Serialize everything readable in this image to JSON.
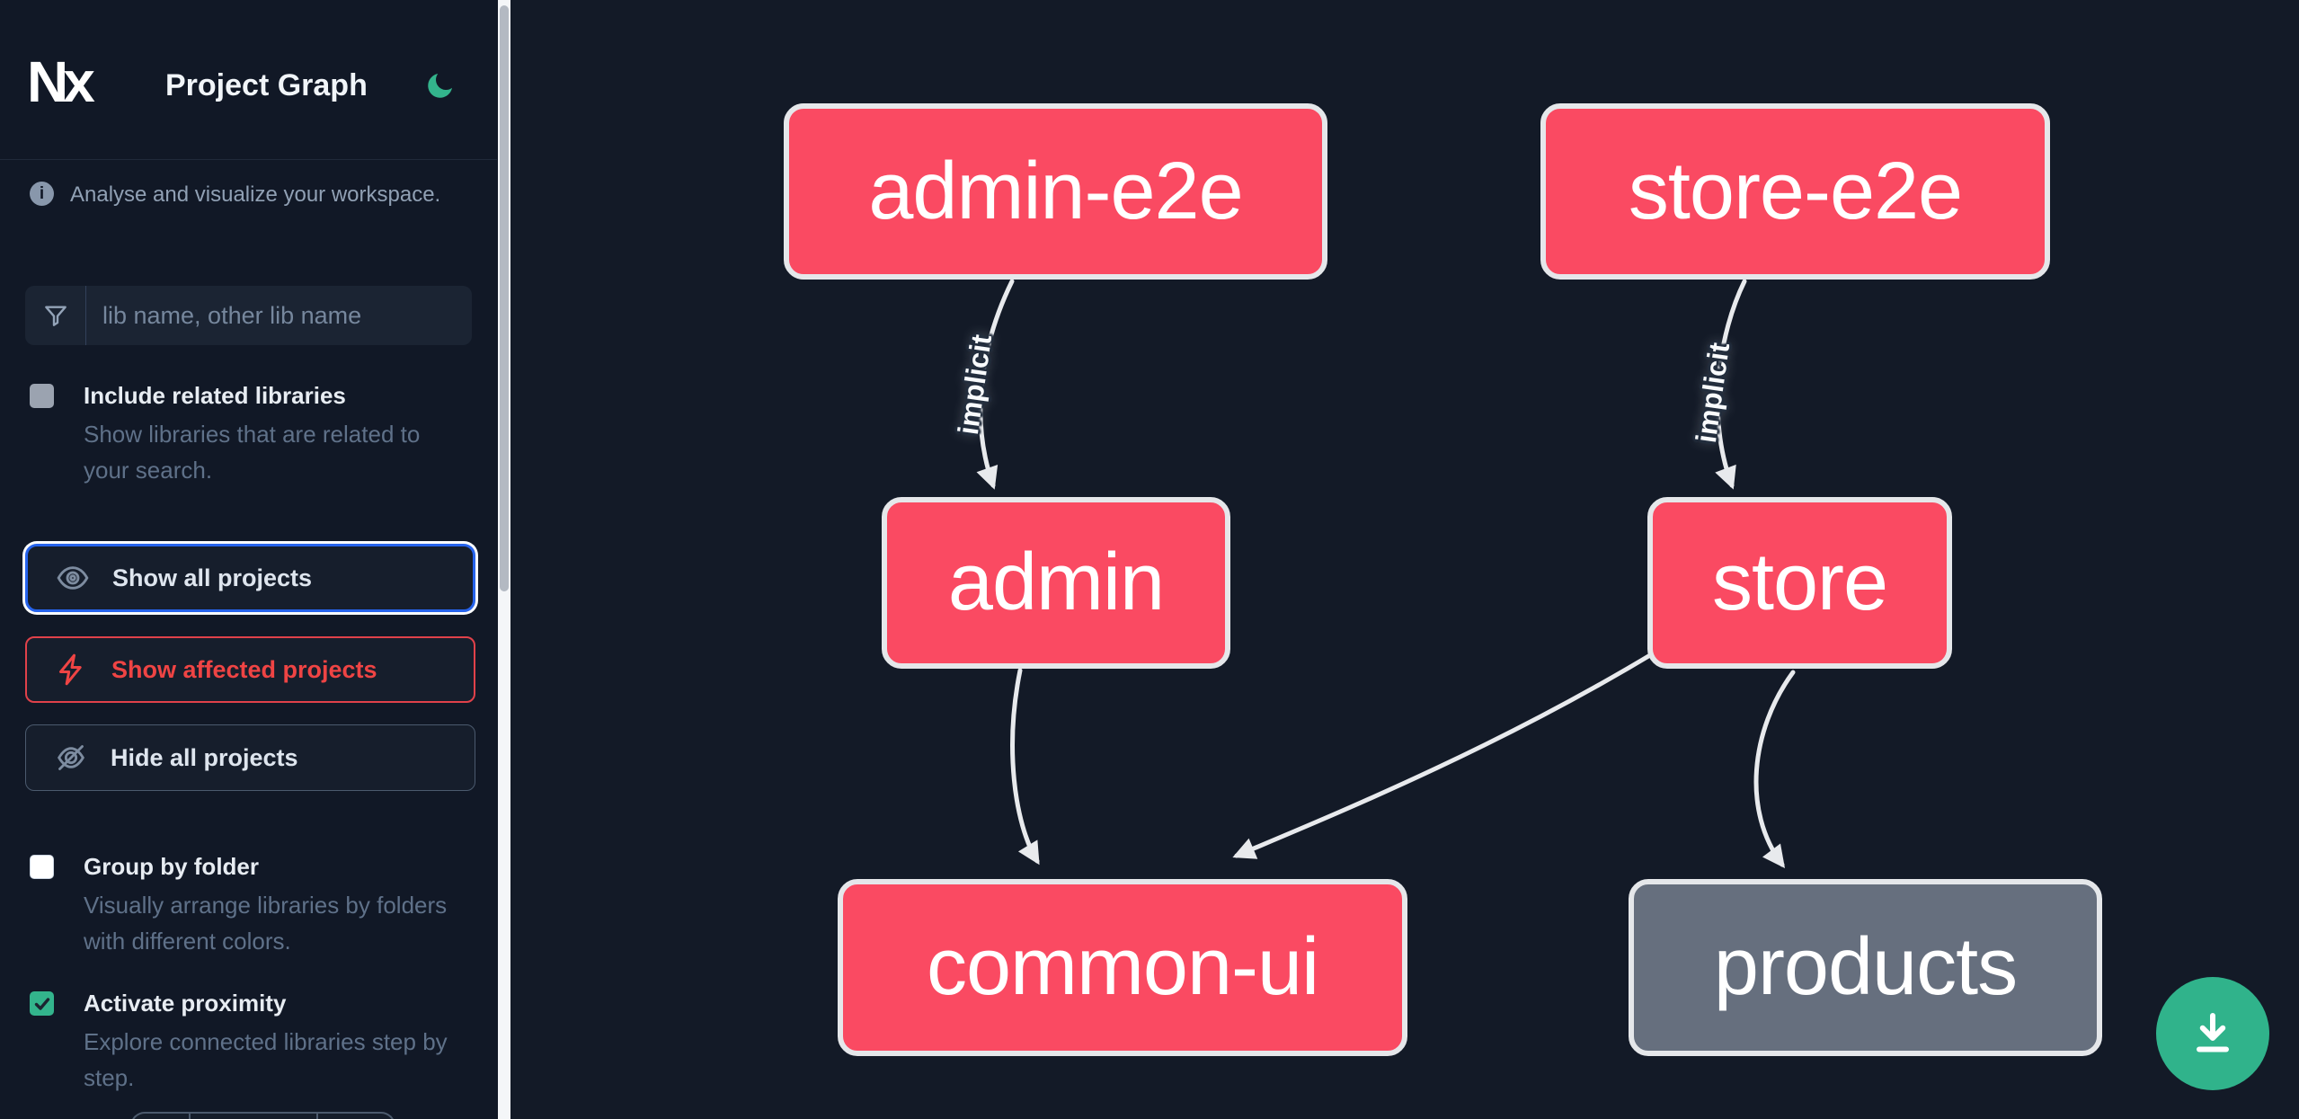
{
  "app": {
    "title": "Project Graph",
    "logo": "Nx",
    "theme_icon": "moon-icon"
  },
  "sidebar": {
    "tagline": "Analyse and visualize your workspace.",
    "info_glyph": "i",
    "search": {
      "placeholder": "lib name, other lib name",
      "icon": "funnel-icon",
      "value": ""
    },
    "toggles": [
      {
        "label": "Include related libraries",
        "description": "Show libraries that are related to your search.",
        "checked": false
      },
      {
        "label": "Group by folder",
        "description": "Visually arrange libraries by folders with different colors.",
        "checked": false
      },
      {
        "label": "Activate proximity",
        "description": "Explore connected libraries step by step.",
        "checked": true
      }
    ],
    "buttons": [
      {
        "label": "Show all projects",
        "icon": "eye-icon",
        "state": "focused"
      },
      {
        "label": "Show affected projects",
        "icon": "bolt-icon",
        "state": "normal"
      },
      {
        "label": "Hide all projects",
        "icon": "eye-off-icon",
        "state": "normal"
      }
    ]
  },
  "graph": {
    "nodes": [
      {
        "id": "admin-e2e",
        "label": "admin-e2e",
        "style": "pink"
      },
      {
        "id": "store-e2e",
        "label": "store-e2e",
        "style": "pink"
      },
      {
        "id": "admin",
        "label": "admin",
        "style": "pink"
      },
      {
        "id": "store",
        "label": "store",
        "style": "pink"
      },
      {
        "id": "common-ui",
        "label": "common-ui",
        "style": "pink"
      },
      {
        "id": "products",
        "label": "products",
        "style": "grey"
      }
    ],
    "edges": [
      {
        "from": "admin-e2e",
        "to": "admin",
        "label": "implicit"
      },
      {
        "from": "store-e2e",
        "to": "store",
        "label": "implicit"
      },
      {
        "from": "admin",
        "to": "common-ui",
        "label": ""
      },
      {
        "from": "store",
        "to": "common-ui",
        "label": ""
      },
      {
        "from": "store",
        "to": "products",
        "label": ""
      }
    ]
  },
  "fab": {
    "icon": "download-icon"
  },
  "colors": {
    "sidebar_bg": "#111826",
    "canvas_bg": "#131a27",
    "node_pink": "#fa4a62",
    "node_grey": "#666f7e",
    "node_border": "#e5e7ea",
    "edge": "#e8eaed",
    "accent_blue": "#2663ec",
    "accent_red": "#ef4444",
    "accent_green": "#30b38b"
  }
}
